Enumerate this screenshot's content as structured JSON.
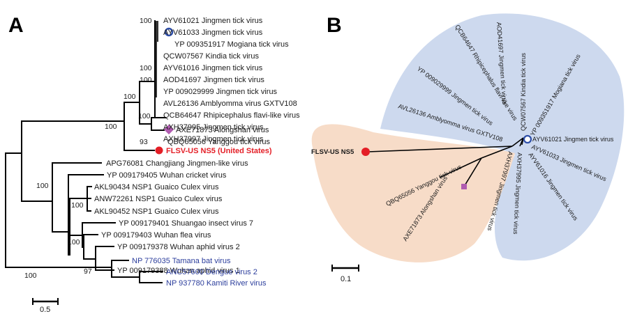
{
  "panel_a": {
    "letter": "A",
    "taxa": [
      {
        "label": "AYV61021 Jingmen tick virus"
      },
      {
        "label": "AYV61033 Jingmen tick virus"
      },
      {
        "label": "YP 009351917 Mogiana tick virus"
      },
      {
        "label": "QCW07567 Kindia tick virus"
      },
      {
        "label": "AYV61016 Jingmen tick virus"
      },
      {
        "label": "AOD41697 Jingmen tick virus"
      },
      {
        "label": "YP 009029999 Jingmen tick virus"
      },
      {
        "label": "AVL26136 Amblyomma virus GXTV108"
      },
      {
        "label": "QCB64647 Rhipicephalus flavi-like virus"
      },
      {
        "label": "AXH37995 Jingmen tick virus"
      },
      {
        "label": "AXH37997 Jingmen tick virus"
      },
      {
        "label": "AXE71873 Alongshan virus"
      },
      {
        "label": "QBQ65056 Yanggou tick virus"
      },
      {
        "label": "FLSV-US NS5 (United States)"
      },
      {
        "label": "APG76081 Changjiang Jingmen-like virus"
      },
      {
        "label": "YP 009179405 Wuhan cricket virus"
      },
      {
        "label": "AKL90434 NSP1 Guaico Culex virus"
      },
      {
        "label": "ANW72261 NSP1 Guaico Culex virus"
      },
      {
        "label": "AKL90452 NSP1 Guaico Culex virus"
      },
      {
        "label": "YP 009179401 Shuangao insect virus 7"
      },
      {
        "label": "YP 009179403 Wuhan flea virus"
      },
      {
        "label": "YP 009179378 Wuhan aphid virus 2"
      },
      {
        "label": "YP 009179388 Wuhan aphid virus 1"
      },
      {
        "label": "NP 776035 Tamana bat virus"
      },
      {
        "label": "ANC57600 Dengue virus 2"
      },
      {
        "label": "NP 937780 Kamiti River virus"
      }
    ],
    "bootstraps": [
      "100",
      "100",
      "100",
      "100",
      "100",
      "100",
      "93",
      "100",
      "100",
      "100",
      "97"
    ],
    "scale_label": "0.5",
    "colors": {
      "highlight": "#e41e26",
      "outgroup": "#2b3d9c",
      "marker_diamond": "#b05cb0",
      "marker_circle": "#2d4ea8"
    }
  },
  "panel_b": {
    "letter": "B",
    "labels": [
      {
        "label": "FLSV-US NS5"
      },
      {
        "label": "QCB64647 Rhipicephalus flavi-like virus"
      },
      {
        "label": "AOD41697 Jingmen tick virus"
      },
      {
        "label": "YP 009029999 Jingmen tick virus"
      },
      {
        "label": "QCW07567 Kindia tick virus"
      },
      {
        "label": "YP 009351917 Mogiana tick virus"
      },
      {
        "label": "AVL26136 Amblyomma virus GXTV108"
      },
      {
        "label": "AYV61021 Jingmen tick virus"
      },
      {
        "label": "AYV61033 Jingmen tick virus"
      },
      {
        "label": "AYV61016 Jingmen tick virus"
      },
      {
        "label": "AXH37995 Jingmen tick virus"
      },
      {
        "label": "AXH37997 Jingmen tick virus"
      },
      {
        "label": "QBQ65056 Yanggou tick virus"
      },
      {
        "label": "AXE71873 Alongshan virus"
      }
    ],
    "scale_label": "0.1",
    "colors": {
      "blue_region": "#cdd9ee",
      "orange_region": "#f7dcc8",
      "highlight": "#e41e26",
      "marker_square": "#b05cb0"
    }
  }
}
